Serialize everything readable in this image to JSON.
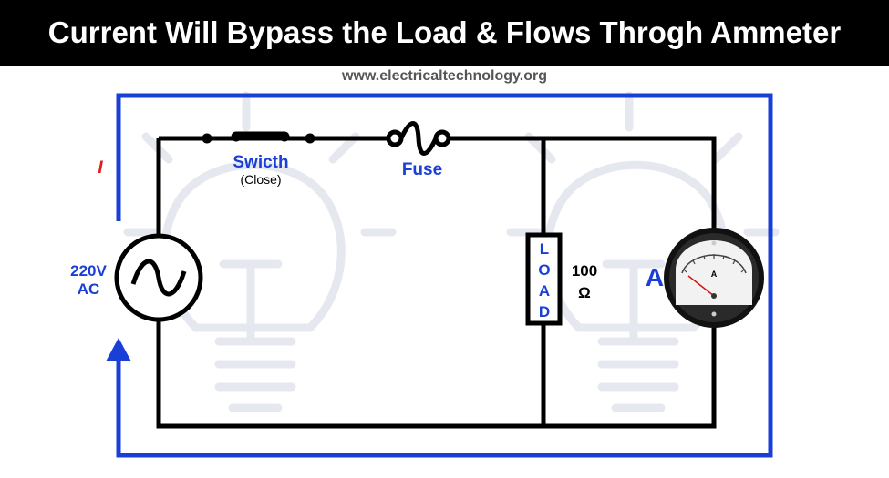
{
  "title": "Current Will Bypass the Load & Flows Throgh Ammeter",
  "website": "www.electricaltechnology.org",
  "labels": {
    "current": "I",
    "source_voltage": "220V",
    "source_type": "AC",
    "switch": "Swicth",
    "switch_state": "(Close)",
    "fuse": "Fuse",
    "load_letters": [
      "L",
      "O",
      "A",
      "D"
    ],
    "resistance_value": "100",
    "resistance_unit": "Ω",
    "ammeter": "A",
    "meter_face": "A"
  },
  "colors": {
    "current_path": "#1a3fd6",
    "label_blue": "#1a3fd6",
    "current_label": "#e01b1b",
    "wire": "#000000",
    "watermark": "#e6e8f0"
  }
}
